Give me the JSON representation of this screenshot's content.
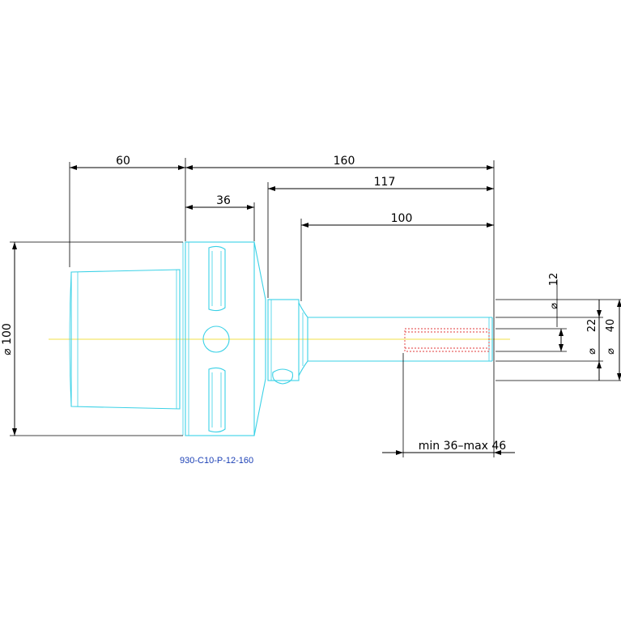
{
  "drawing": {
    "part_code": "930-C10-P-12-160",
    "dimensions": {
      "d60": "60",
      "d160": "160",
      "d36": "36",
      "d117": "117",
      "d100": "100",
      "dia100": "⌀ 100",
      "dia12": "12",
      "dia22": "22",
      "dia40": "40",
      "dia_symbol": "⌀",
      "insertion": "min 36–max 46"
    },
    "colors": {
      "part_outline": "#3ad1e6",
      "center_axis": "#f2e04a",
      "thread_hidden": "#e23a3a",
      "label": "#1a3fb5"
    }
  }
}
